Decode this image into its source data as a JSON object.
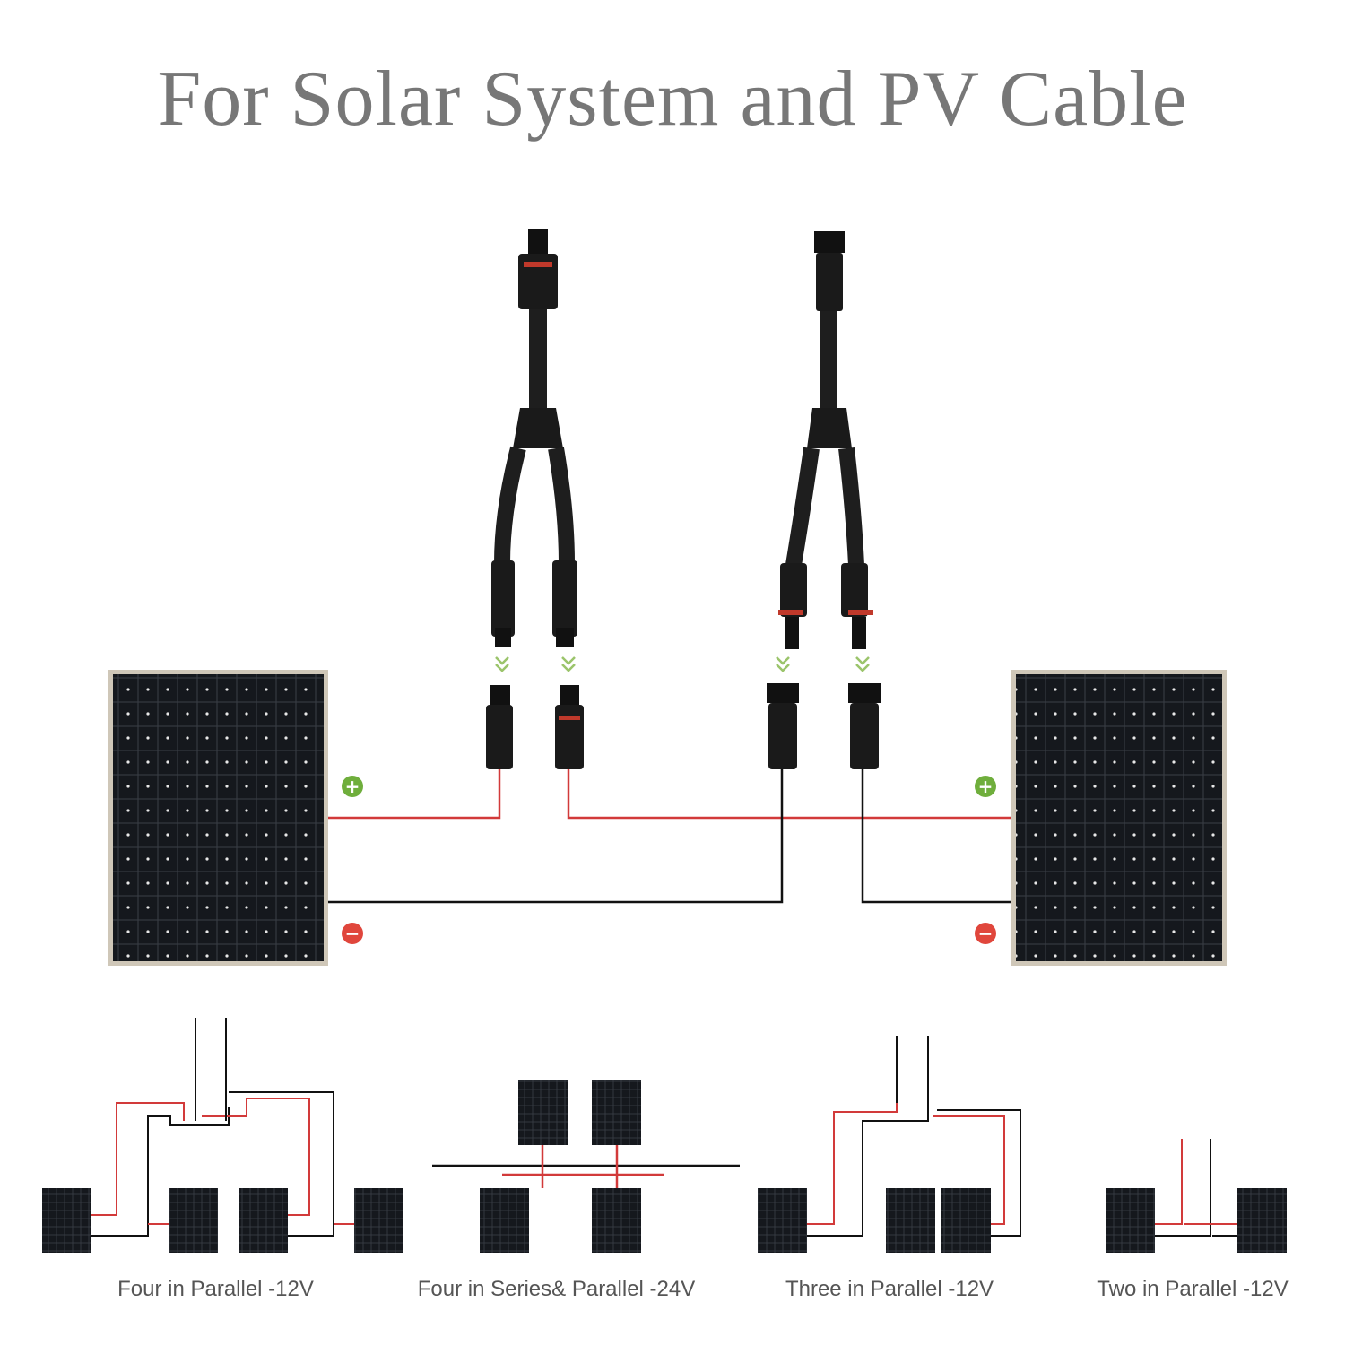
{
  "title": "For Solar System and PV Cable",
  "terminals": {
    "positive": "+",
    "negative": "−"
  },
  "captions": [
    "Four in Parallel -12V",
    "Four in Series& Parallel -24V",
    "Three in Parallel -12V",
    "Two in Parallel -12V"
  ],
  "colors": {
    "positive_wire": "#d23a3a",
    "negative_wire": "#111111",
    "positive_badge": "#6fae3c",
    "negative_badge": "#e0463c",
    "arrow": "#9bc46b",
    "panel_cell": "#111418",
    "panel_frame": "#cfc7b8"
  }
}
